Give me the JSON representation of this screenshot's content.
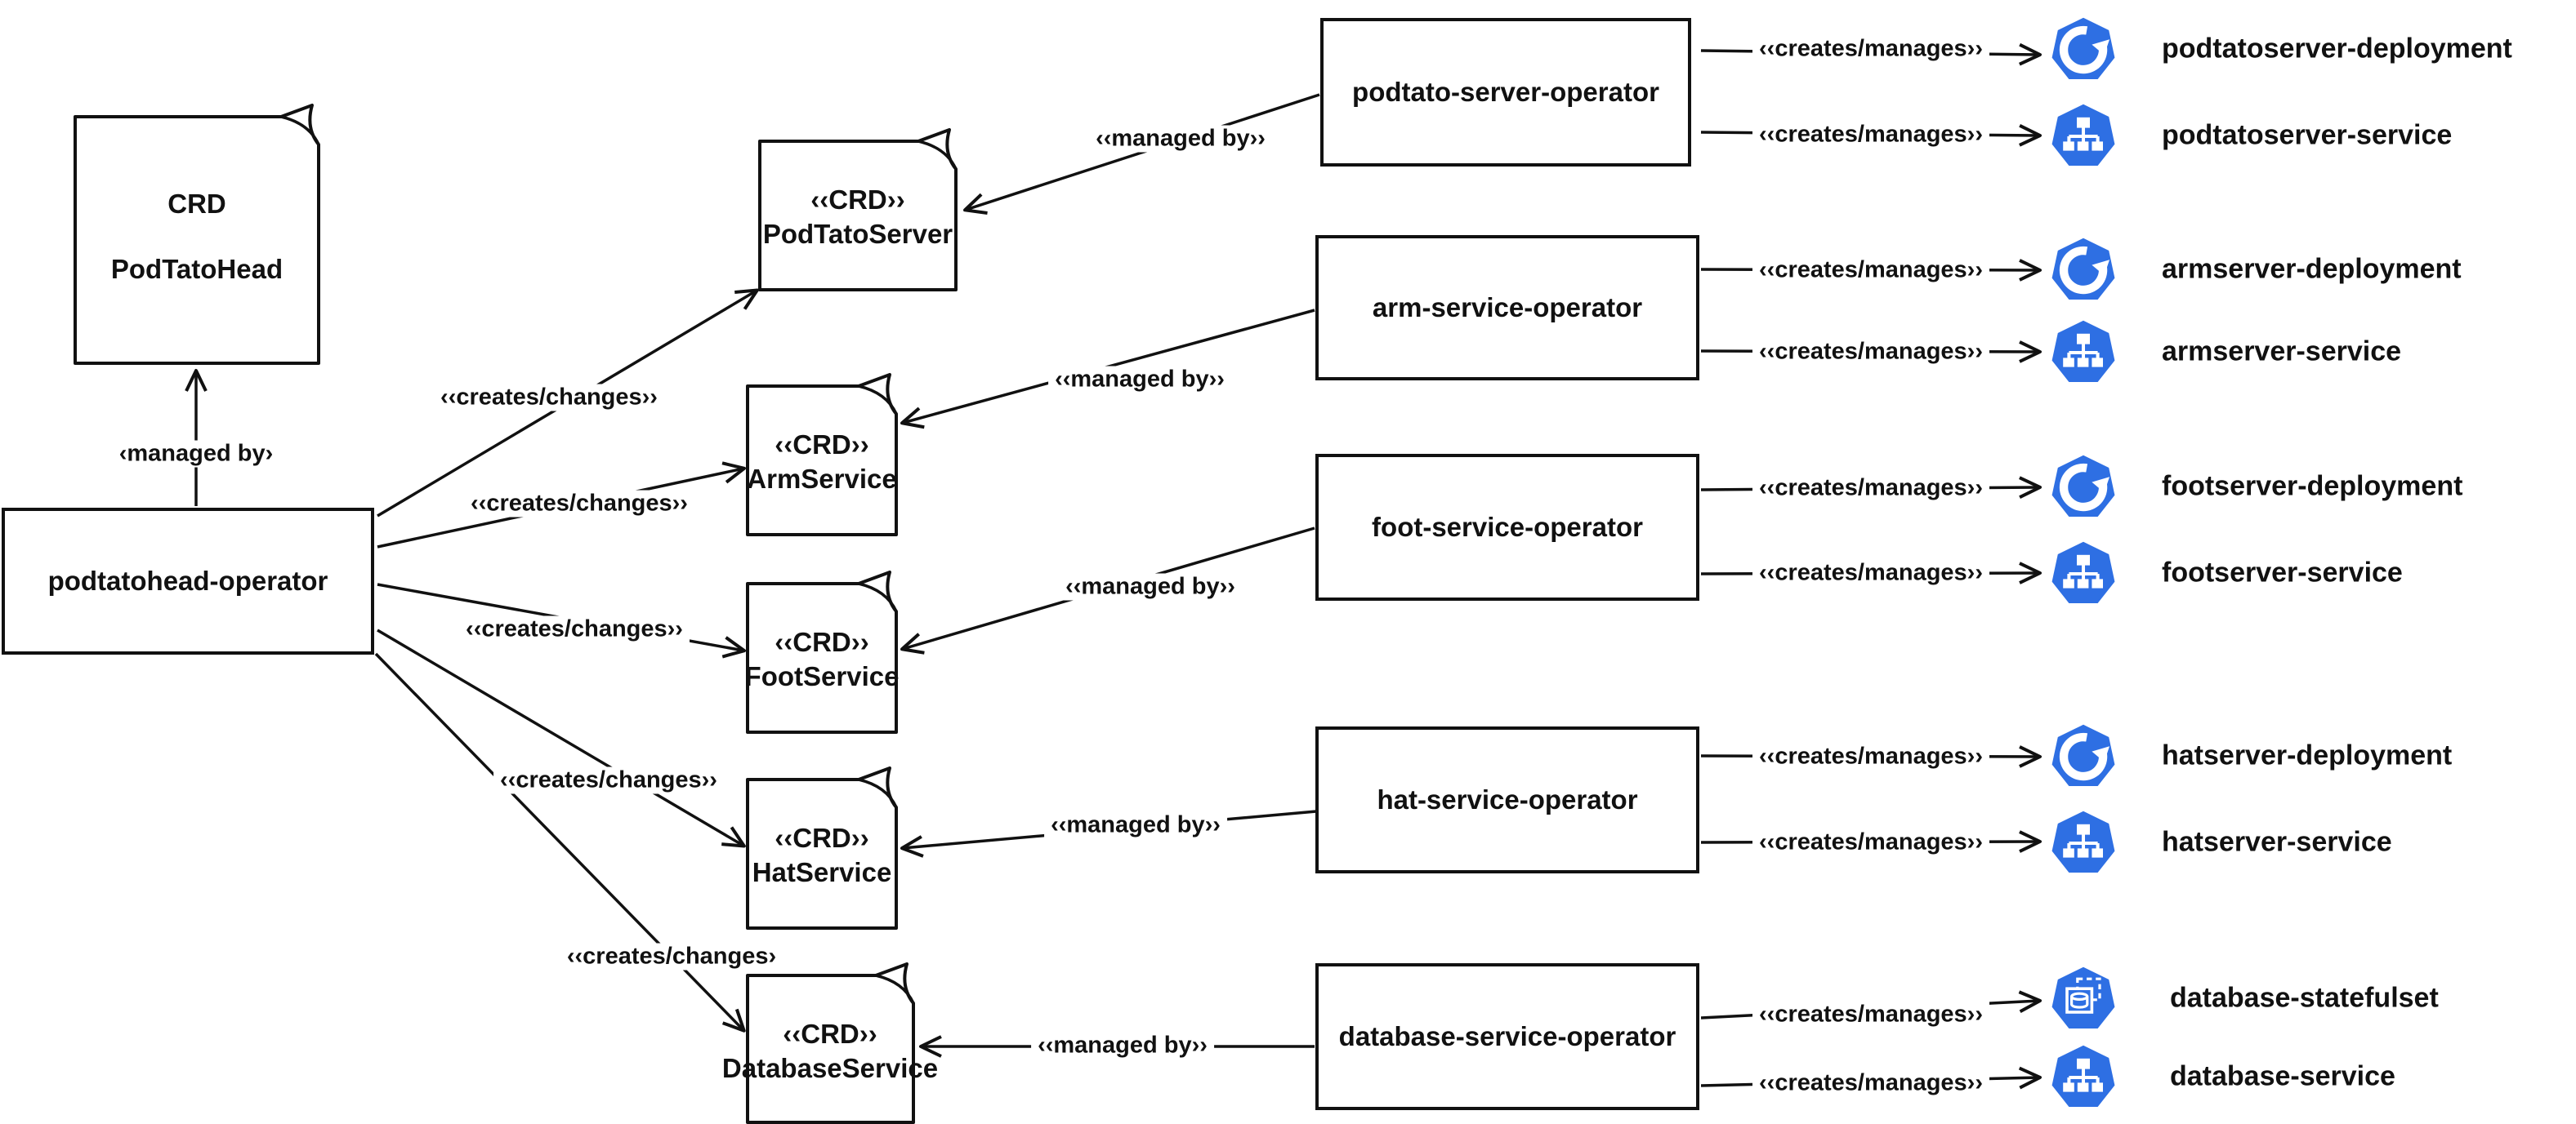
{
  "colors": {
    "kubernetes_blue": "#2E6FE3",
    "stroke": "#111111",
    "background": "#ffffff",
    "icon_glyph": "#ffffff"
  },
  "head_crd": {
    "title": "CRD",
    "name": "PodTatoHead"
  },
  "head_edge": {
    "label": "‹managed by›"
  },
  "main_operator": {
    "label": "podtatohead-operator"
  },
  "crds": [
    {
      "stereotype": "‹‹CRD››",
      "name": "PodTatoServer"
    },
    {
      "stereotype": "‹‹CRD››",
      "name": "ArmService"
    },
    {
      "stereotype": "‹‹CRD››",
      "name": "FootService"
    },
    {
      "stereotype": "‹‹CRD››",
      "name": "HatService"
    },
    {
      "stereotype": "‹‹CRD››",
      "name": "DatabaseService"
    }
  ],
  "creates_changes_labels": [
    "‹‹creates/changes››",
    "‹‹creates/changes››",
    "‹‹creates/changes››",
    "‹‹creates/changes››",
    "‹‹creates/changes›"
  ],
  "managed_by_labels": [
    "‹‹managed by››",
    "‹‹managed by››",
    "‹‹managed by››",
    "‹‹managed by››",
    "‹‹managed by››"
  ],
  "operators": [
    {
      "label": "podtato-server-operator"
    },
    {
      "label": "arm-service-operator"
    },
    {
      "label": "foot-service-operator"
    },
    {
      "label": "hat-service-operator"
    },
    {
      "label": "database-service-operator"
    }
  ],
  "resources": [
    {
      "icon": "deployment-icon",
      "name": "podtatoserver-deployment",
      "edge_label": "‹‹creates/manages››"
    },
    {
      "icon": "service-icon",
      "name": "podtatoserver-service",
      "edge_label": "‹‹creates/manages››"
    },
    {
      "icon": "deployment-icon",
      "name": "armserver-deployment",
      "edge_label": "‹‹creates/manages››"
    },
    {
      "icon": "service-icon",
      "name": "armserver-service",
      "edge_label": "‹‹creates/manages››"
    },
    {
      "icon": "deployment-icon",
      "name": "footserver-deployment",
      "edge_label": "‹‹creates/manages››"
    },
    {
      "icon": "service-icon",
      "name": "footserver-service",
      "edge_label": "‹‹creates/manages››"
    },
    {
      "icon": "deployment-icon",
      "name": "hatserver-deployment",
      "edge_label": "‹‹creates/manages››"
    },
    {
      "icon": "service-icon",
      "name": "hatserver-service",
      "edge_label": "‹‹creates/manages››"
    },
    {
      "icon": "statefulset-icon",
      "name": "database-statefulset",
      "edge_label": "‹‹creates/manages››"
    },
    {
      "icon": "service-icon",
      "name": "database-service",
      "edge_label": "‹‹creates/manages››"
    }
  ]
}
